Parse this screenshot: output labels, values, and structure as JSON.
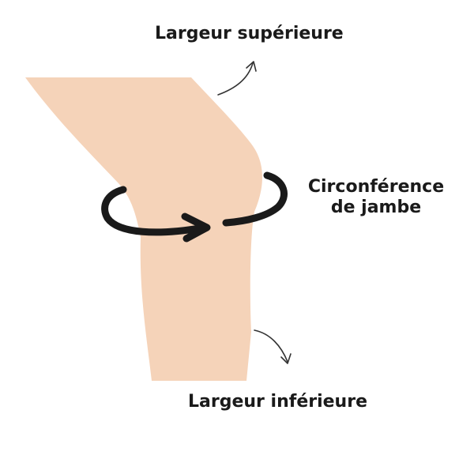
{
  "labels": {
    "upper_width": "Largeur supérieure",
    "circumference_line1": "Circonférence",
    "circumference_line2": "de jambe",
    "lower_width": "Largeur inférieure"
  },
  "colors": {
    "leg_fill": "#f5d3b9",
    "arrow_stroke": "#1a1a1a",
    "text": "#1a1a1a"
  },
  "icons": {
    "upper_pointer": "curved-arrow-up-right-icon",
    "circumference_indicator": "circular-arrow-icon",
    "lower_pointer": "curved-arrow-down-right-icon"
  }
}
